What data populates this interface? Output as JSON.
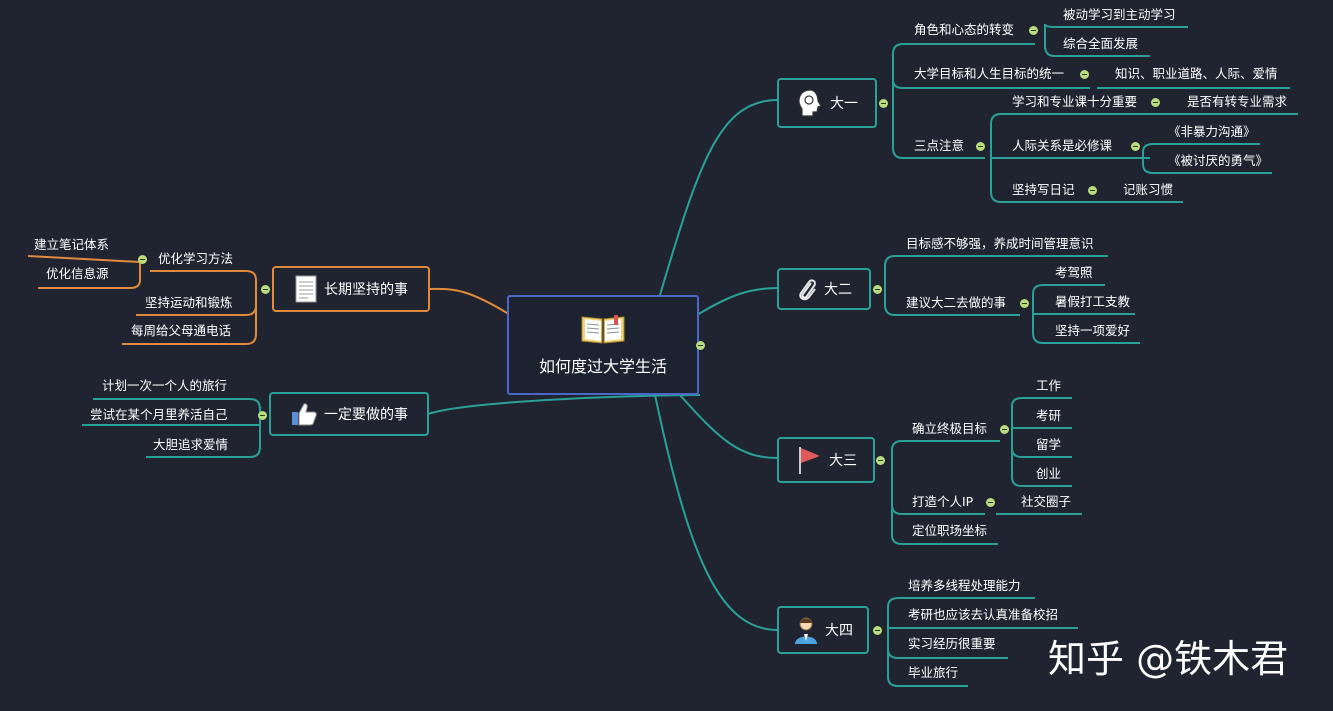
{
  "center": {
    "title": "如何度过大学生活",
    "icon": "book-icon"
  },
  "year1": {
    "label": "大一",
    "icon": "head-icon",
    "items": [
      "角色和心态的转变",
      "被动学习到主动学习",
      "综合全面发展",
      "大学目标和人生目标的统一",
      "知识、职业道路、人际、爱情",
      "三点注意",
      "学习和专业课十分重要",
      "是否有转专业需求",
      "人际关系是必修课",
      "《非暴力沟通》",
      "《被讨厌的勇气》",
      "坚持写日记",
      "记账习惯"
    ]
  },
  "year2": {
    "label": "大二",
    "icon": "paperclip-icon",
    "items": [
      "目标感不够强，养成时间管理意识",
      "建议大二去做的事",
      "考驾照",
      "暑假打工支教",
      "坚持一项爱好"
    ]
  },
  "year3": {
    "label": "大三",
    "icon": "flag-icon",
    "items": [
      "确立终极目标",
      "工作",
      "考研",
      "留学",
      "创业",
      "打造个人IP",
      "社交圈子",
      "定位职场坐标"
    ]
  },
  "year4": {
    "label": "大四",
    "icon": "person-icon",
    "items": [
      "培养多线程处理能力",
      "考研也应该去认真准备校招",
      "实习经历很重要",
      "毕业旅行"
    ]
  },
  "longterm": {
    "label": "长期坚持的事",
    "icon": "document-icon",
    "items": [
      "优化学习方法",
      "建立笔记体系",
      "优化信息源",
      "坚持运动和锻炼",
      "每周给父母通电话"
    ]
  },
  "mustdo": {
    "label": "一定要做的事",
    "icon": "thumbs-up-icon",
    "items": [
      "计划一次一个人的旅行",
      "尝试在某个月里养活自己",
      "大胆追求爱情"
    ]
  },
  "watermark": "知乎 @铁木君",
  "colors": {
    "background": "#1f2430",
    "teal": "#2aa198",
    "orange": "#e08a3c",
    "center_border": "#4a67c9",
    "toggle": "#b9dd7c"
  }
}
